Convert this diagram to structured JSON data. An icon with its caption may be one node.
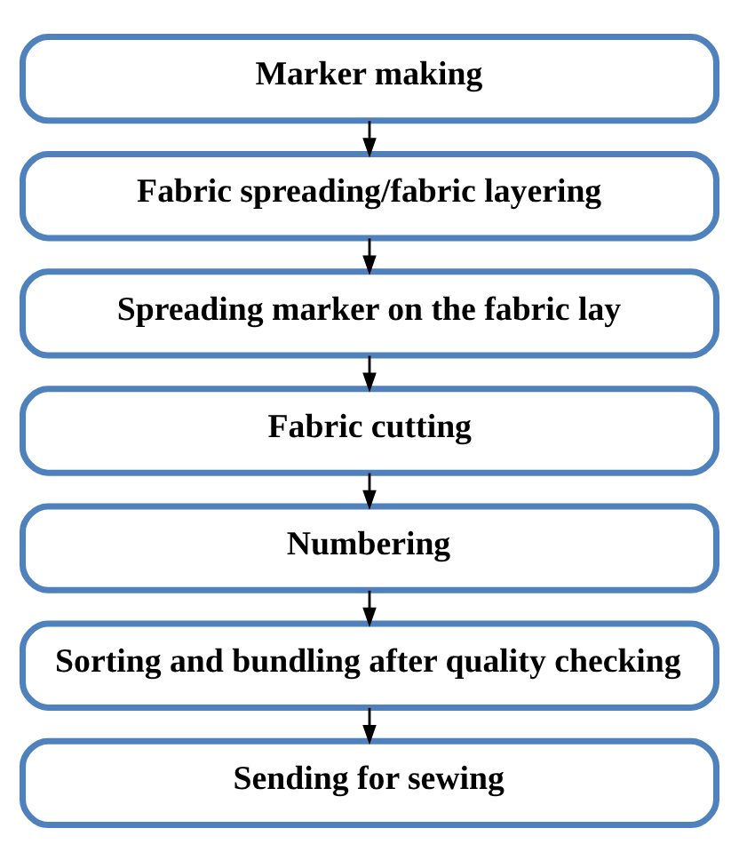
{
  "diagram": {
    "nodes": [
      {
        "text": [
          "Marker making"
        ]
      },
      {
        "text": [
          "Fabric spreading/fabric layering"
        ]
      },
      {
        "text": [
          "Spreading marker on the fabric lay"
        ]
      },
      {
        "text": [
          "Fabric cutting"
        ]
      },
      {
        "text": [
          "Numbering"
        ]
      },
      {
        "text": [
          "Sorting and bundling after quality checking"
        ]
      },
      {
        "text": [
          "Sending for sewing"
        ]
      }
    ],
    "edges": [
      {
        "from": 0,
        "to": 1,
        "arrow": "to"
      },
      {
        "from": 1,
        "to": 2,
        "arrow": "to"
      },
      {
        "from": 2,
        "to": 3,
        "arrow": "to"
      },
      {
        "from": 3,
        "to": 4,
        "arrow": "to"
      },
      {
        "from": 4,
        "to": 5,
        "arrow": "to"
      },
      {
        "from": 5,
        "to": 6,
        "arrow": "to"
      }
    ]
  }
}
